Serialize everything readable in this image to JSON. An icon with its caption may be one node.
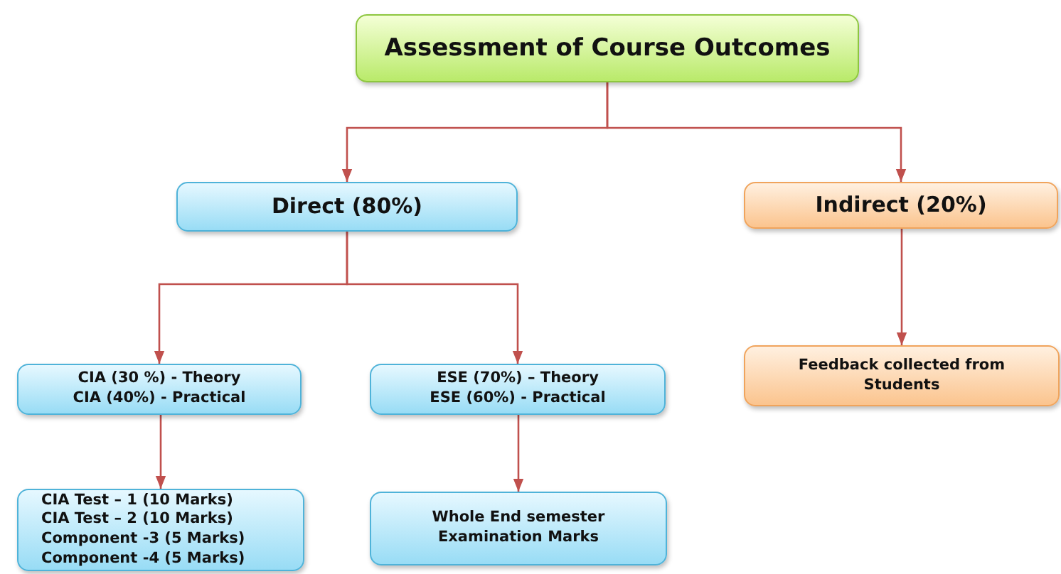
{
  "diagram": {
    "nodes": [
      {
        "text": [
          "Assessment of Course Outcomes"
        ]
      },
      {
        "text": [
          "Direct (80%)"
        ]
      },
      {
        "text": [
          "Indirect (20%)"
        ]
      },
      {
        "text": [
          "CIA (30 %) - Theory",
          "CIA (40%) - Practical"
        ]
      },
      {
        "text": [
          "ESE (70%) – Theory",
          "ESE (60%) - Practical"
        ]
      },
      {
        "text": [
          "Feedback collected from Students"
        ]
      },
      {
        "text": [
          "CIA Test – 1 (10 Marks)",
          "CIA Test – 2 (10 Marks)",
          "Component -3 (5 Marks)",
          "Component -4 (5 Marks)"
        ]
      },
      {
        "text": [
          "Whole End semester Examination Marks"
        ]
      }
    ],
    "edges": [
      {
        "from": 0,
        "to": 1,
        "arrow": "to"
      },
      {
        "from": 0,
        "to": 2,
        "arrow": "to"
      },
      {
        "from": 1,
        "to": 3,
        "arrow": "to"
      },
      {
        "from": 1,
        "to": 4,
        "arrow": "to"
      },
      {
        "from": 2,
        "to": 5,
        "arrow": "to"
      },
      {
        "from": 3,
        "to": 6,
        "arrow": "to"
      },
      {
        "from": 4,
        "to": 7,
        "arrow": "to"
      }
    ]
  }
}
